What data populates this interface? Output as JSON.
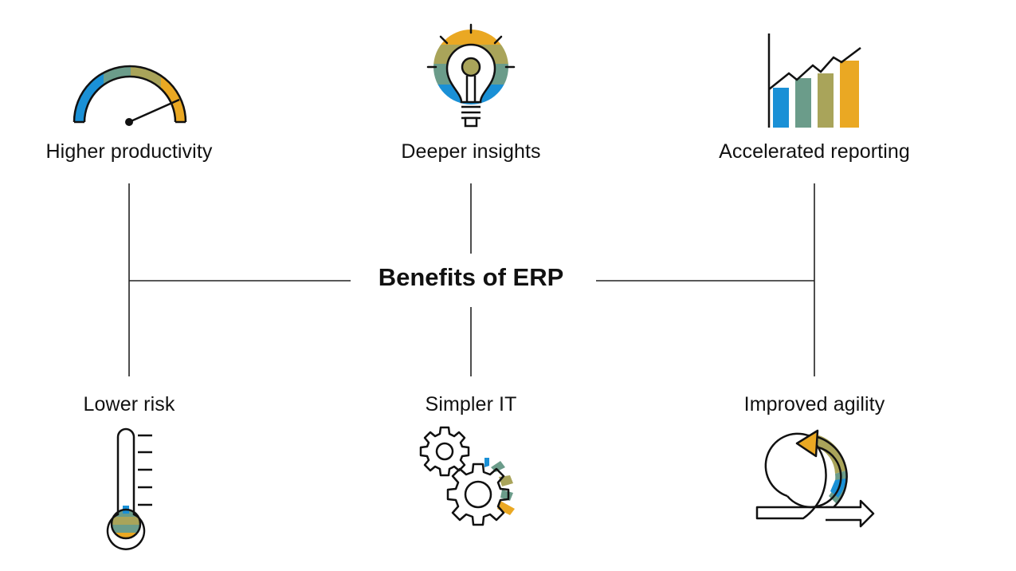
{
  "center": {
    "title": "Benefits of ERP"
  },
  "benefits": [
    {
      "label": "Higher productivity",
      "icon": "speedometer-icon"
    },
    {
      "label": "Deeper insights",
      "icon": "lightbulb-icon"
    },
    {
      "label": "Accelerated reporting",
      "icon": "bar-chart-icon"
    },
    {
      "label": "Lower risk",
      "icon": "thermometer-icon"
    },
    {
      "label": "Simpler IT",
      "icon": "gears-icon"
    },
    {
      "label": "Improved agility",
      "icon": "cycle-arrow-icon"
    }
  ],
  "colors": {
    "blue": "#1a90d6",
    "teal": "#6b9c8a",
    "olive": "#a9a45a",
    "gold": "#eaa823",
    "line": "#222222"
  }
}
